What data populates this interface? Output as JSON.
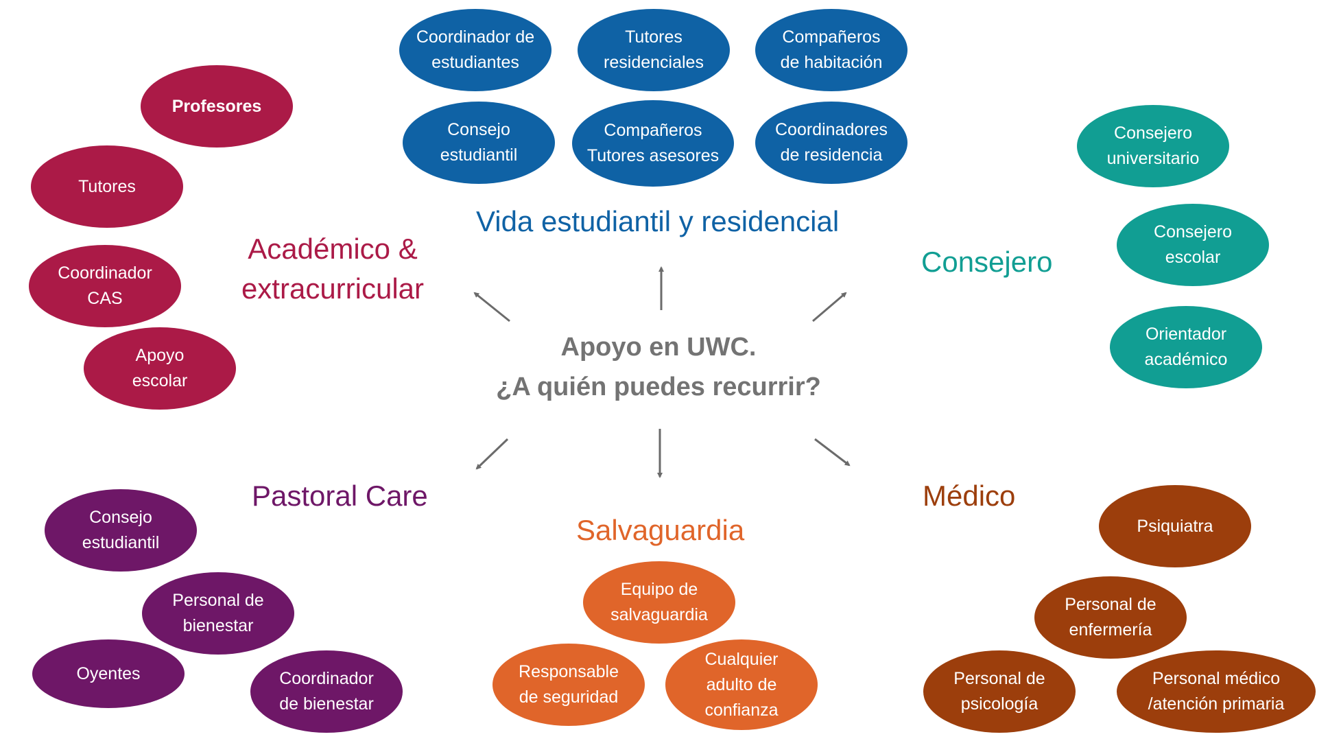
{
  "center": {
    "line1": "Apoyo en UWC.",
    "line2": "¿A quién puedes recurrir?"
  },
  "colors": {
    "vida": "#0f62a5",
    "consejero": "#119e93",
    "academico": "#ab1a47",
    "pastoral": "#6e1767",
    "salvaguardia": "#e0652a",
    "medico": "#9c3e0c",
    "arrow": "#6b6b6b",
    "center_text": "#737373"
  },
  "categories": {
    "vida": "Vida estudiantil y residencial",
    "consejero": "Consejero",
    "academico": {
      "line1": "Académico &",
      "line2": "extracurricular"
    },
    "pastoral": "Pastoral Care",
    "salvaguardia": "Salvaguardia",
    "medico": "Médico"
  },
  "vida": [
    {
      "line1": "Coordinador de",
      "line2": "estudiantes"
    },
    {
      "line1": "Tutores",
      "line2": "residenciales"
    },
    {
      "line1": "Compañeros",
      "line2": "de habitación"
    },
    {
      "line1": "Consejo",
      "line2": "estudiantil"
    },
    {
      "line1": "Compañeros",
      "line2": "Tutores asesores"
    },
    {
      "line1": "Coordinadores",
      "line2": "de residencia"
    }
  ],
  "consejero": [
    {
      "line1": "Consejero",
      "line2": "universitario"
    },
    {
      "line1": "Consejero",
      "line2": "escolar"
    },
    {
      "line1": "Orientador",
      "line2": "académico"
    }
  ],
  "academico": [
    {
      "line1": "Profesores"
    },
    {
      "line1": "Tutores"
    },
    {
      "line1": "Coordinador",
      "line2": "CAS"
    },
    {
      "line1": "Apoyo",
      "line2": "escolar"
    }
  ],
  "pastoral": [
    {
      "line1": "Consejo",
      "line2": "estudiantil"
    },
    {
      "line1": "Personal de",
      "line2": "bienestar"
    },
    {
      "line1": "Oyentes"
    },
    {
      "line1": "Coordinador",
      "line2": "de bienestar"
    }
  ],
  "salvaguardia": [
    {
      "line1": "Equipo de",
      "line2": "salvaguardia"
    },
    {
      "line1": "Responsable",
      "line2": "de seguridad"
    },
    {
      "line1": "Cualquier",
      "line2": "adulto de",
      "line3": "confianza"
    }
  ],
  "medico": [
    {
      "line1": "Psiquiatra"
    },
    {
      "line1": "Personal de",
      "line2": "enfermería"
    },
    {
      "line1": "Personal de",
      "line2": "psicología"
    },
    {
      "line1": "Personal médico",
      "line2": "/atención primaria"
    }
  ]
}
